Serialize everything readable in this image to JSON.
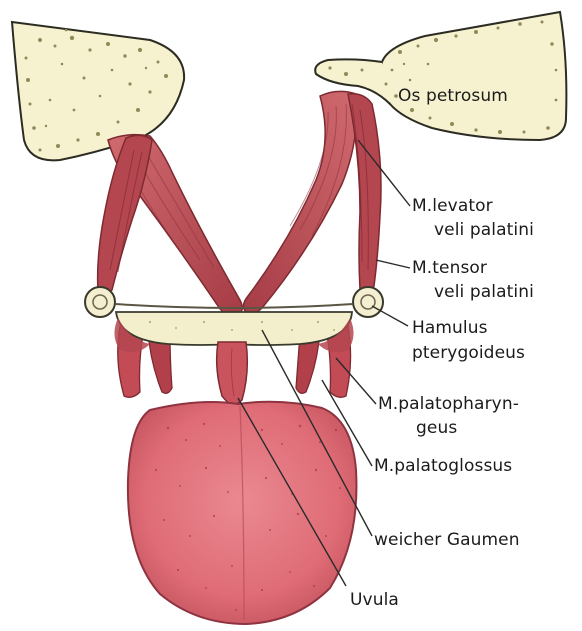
{
  "labels": {
    "os_petrosum": "Os petrosum",
    "levator_line1": "M.levator",
    "levator_line2": "veli palatini",
    "tensor_line1": "M.tensor",
    "tensor_line2": "veli palatini",
    "hamulus_line1": "Hamulus",
    "hamulus_line2": "pterygoideus",
    "palatopharyngeus_line1": "M.palatopharyn-",
    "palatopharyngeus_line2": "geus",
    "palatoglossus": "M.palatoglossus",
    "soft_palate": "weicher Gaumen",
    "uvula": "Uvula"
  },
  "colors": {
    "bone_fill": "#f6f1cf",
    "bone_speckle": "#8f8a58",
    "muscle": "#c2525a",
    "muscle_dark": "#8e2f38",
    "muscle_light": "#e08a8c",
    "tongue": "#e3727b",
    "tongue_dark": "#a8414b",
    "palate_fill": "#f3eecb",
    "leader_line": "#2a2a2a"
  }
}
